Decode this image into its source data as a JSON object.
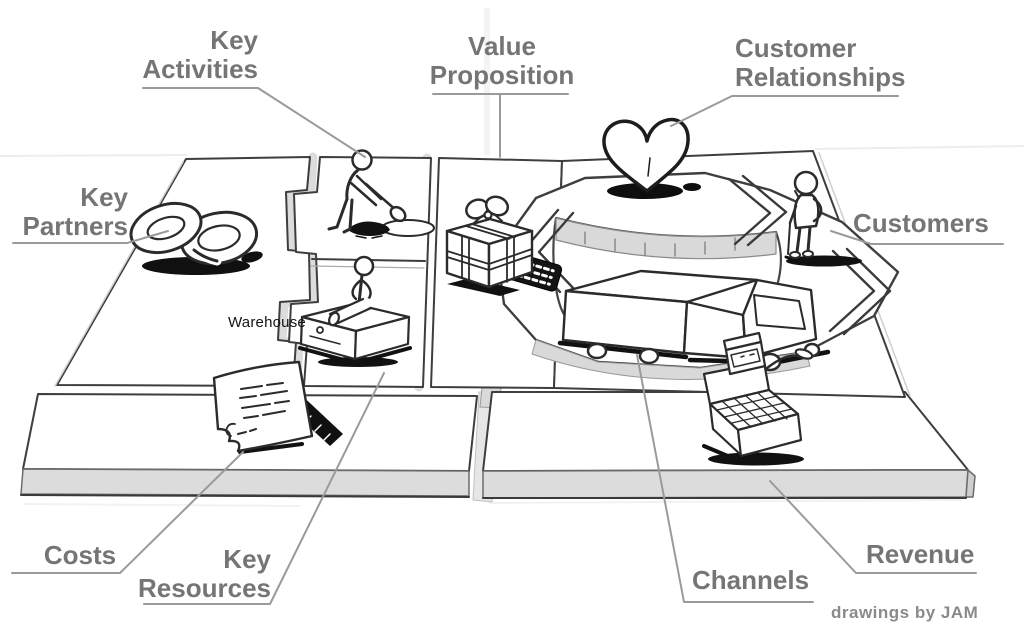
{
  "labels": {
    "key_partners": "Key\nPartners",
    "key_activities": "Key\nActivities",
    "value_proposition": "Value\nProposition",
    "customer_relationships": "Customer\nRelationships",
    "customers": "Customers",
    "warehouse": "Warehouse",
    "costs": "Costs",
    "key_resources": "Key\nResources",
    "channels": "Channels",
    "revenue": "Revenue"
  },
  "signature": "drawings by JAM",
  "icons": {
    "key_partners": "linked-rings-icon",
    "key_activities": "digging-person-icon",
    "key_resources": "worker-with-machine-icon",
    "value_proposition": "gift-box-and-calculator-icon",
    "customer_relationships": "heart-icon",
    "customers": "standing-person-icon",
    "channels": "delivery-truck-icon",
    "revenue": "cash-register-icon",
    "costs": "bill-document-icon"
  },
  "colors": {
    "background": "#ffffff",
    "label_text": "#757575",
    "leader_line": "#9a9a9a",
    "ink": "#2b2b2b",
    "panel_edge": "#3e3e3e",
    "front_face": "#dcdcdc",
    "inner_band": "#d9d9d9",
    "warehouse_text": "#141414",
    "signature_text": "#8a8a8a"
  }
}
